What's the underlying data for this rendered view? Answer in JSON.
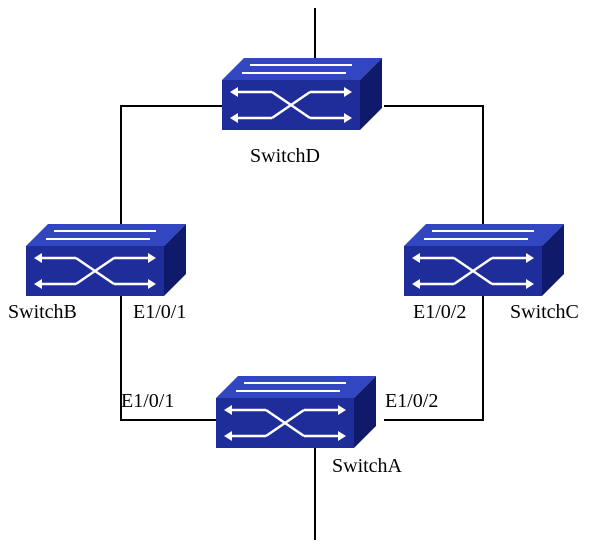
{
  "colors": {
    "switch_top": "#3346c2",
    "switch_front": "#1f2d9a",
    "switch_side": "#0f1a6b",
    "arrow": "#ffffff",
    "line": "#000000"
  },
  "icon": "network-switch-icon",
  "switches": {
    "d": {
      "name": "SwitchD"
    },
    "b": {
      "name": "SwitchB",
      "port": "E1/0/1"
    },
    "c": {
      "name": "SwitchC",
      "port": "E1/0/2"
    },
    "a": {
      "name": "SwitchA",
      "port_left": "E1/0/1",
      "port_right": "E1/0/2"
    }
  }
}
